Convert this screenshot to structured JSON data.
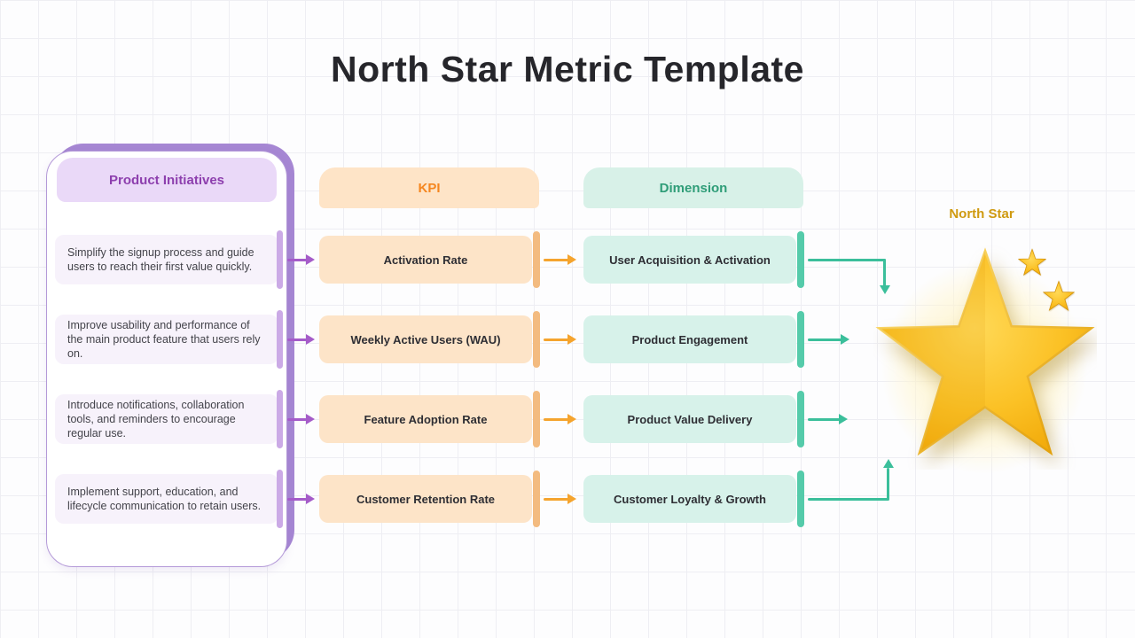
{
  "title": "North Star Metric Template",
  "initiatives": {
    "header": "Product Initiatives",
    "items": [
      "Simplify the signup process and guide users to reach their first value quickly.",
      "Improve usability and performance of the main product feature that users rely on.",
      "Introduce notifications, collaboration tools, and reminders to encourage regular use.",
      "Implement support, education, and lifecycle communication to retain users."
    ]
  },
  "kpi": {
    "header": "KPI",
    "items": [
      "Activation Rate",
      "Weekly Active Users (WAU)",
      "Feature Adoption Rate",
      "Customer Retention Rate"
    ]
  },
  "dimension": {
    "header": "Dimension",
    "items": [
      "User Acquisition & Activation",
      "Product Engagement",
      "Product Value Delivery",
      "Customer Loyalty & Growth"
    ]
  },
  "north_star": {
    "label": "North Star"
  },
  "icons": {
    "big_star": "star-icon",
    "small_star_1": "star-icon",
    "small_star_2": "star-icon"
  },
  "colors": {
    "title_text": "#26262b",
    "purple_text": "#8d3fae",
    "purple_border": "#a687d3",
    "purple_item_bg": "#f7f2fb",
    "purple_arrow": "#a55cc9",
    "orange_text": "#f5861f",
    "peach_bg": "#fde4c8",
    "orange_arrow": "#f5a42e",
    "teal_text": "#2f9d78",
    "mint_bg": "#d7f2ea",
    "teal_arrow": "#3bbf9b",
    "gold_label": "#cf9a10",
    "star_gold": "#f6b40d"
  }
}
